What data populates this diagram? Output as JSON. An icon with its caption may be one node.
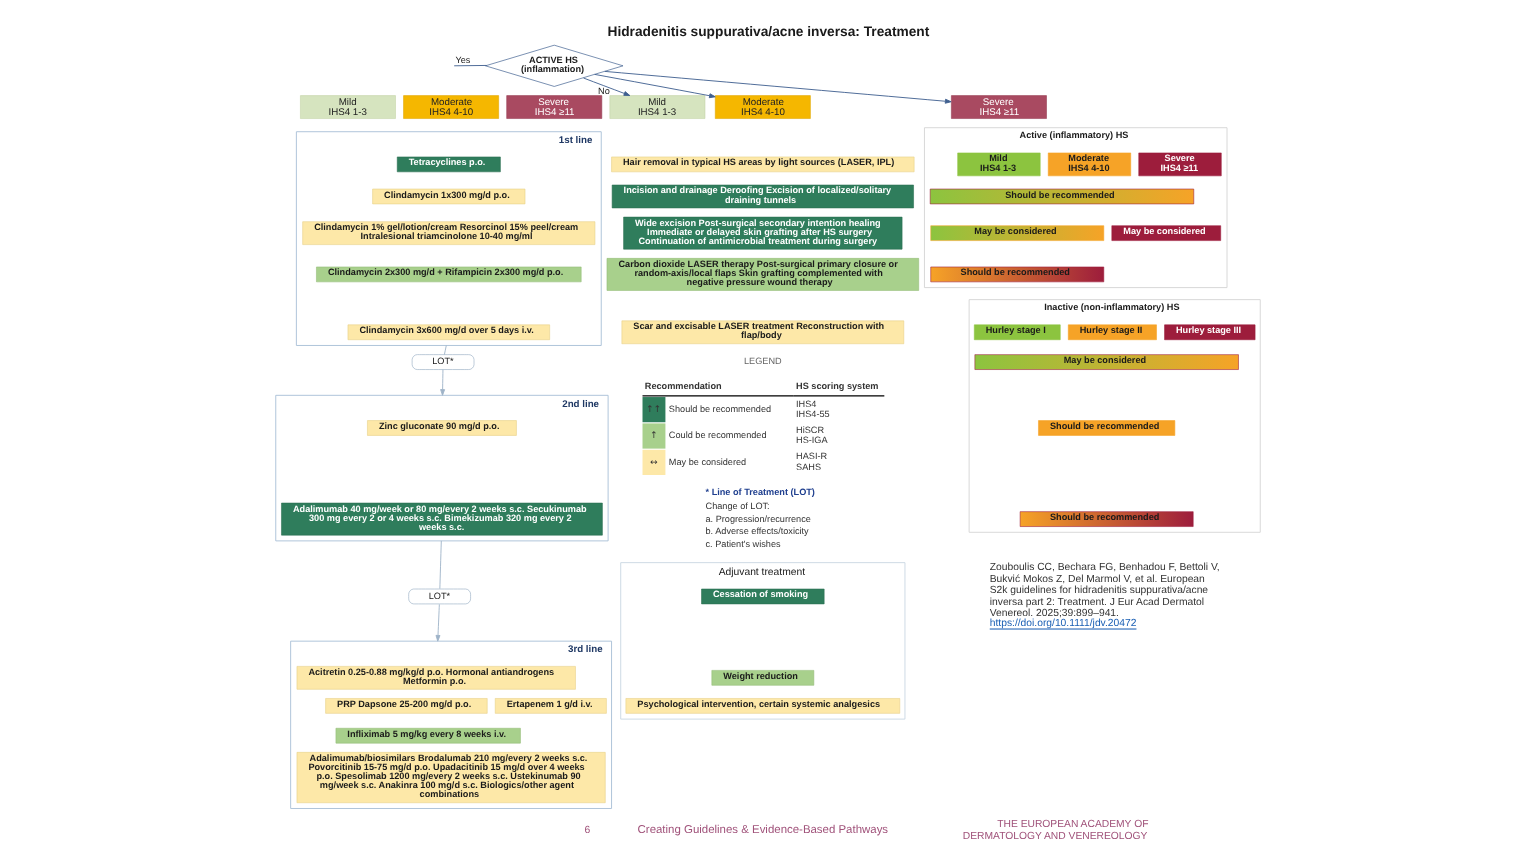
{
  "diagram": {
    "title": "Hidradenitis suppurativa/acne inversa: Treatment",
    "nodes": [
      {
        "text": [
          "ACTIVE HS (inflammation)"
        ]
      },
      {
        "text": [
          "Mild",
          "IHS4 1-3"
        ]
      },
      {
        "text": [
          "Moderate",
          "IHS4 4-10"
        ]
      },
      {
        "text": [
          "Severe",
          "IHS4 ≥11"
        ]
      },
      {
        "text": [
          "1st line"
        ]
      },
      {
        "text": [
          "Tetracyclines p.o."
        ],
        "in": 4
      },
      {
        "text": [
          "Clindamycin 1x300 mg/d p.o."
        ],
        "in": 4
      },
      {
        "text": [
          "Clindamycin 1% gel/lotion/cream Resorcinol 15% peel/cream Intralesional triamcinolone 10-40 mg/ml"
        ],
        "in": 4
      },
      {
        "text": [
          "Clindamycin 2x300 mg/d + Rifampicin 2x300 mg/d p.o."
        ],
        "in": 4
      },
      {
        "text": [
          "Clindamycin 3x600 mg/d over 5 days i.v."
        ],
        "in": 4
      },
      {
        "text": [
          "2nd line"
        ]
      },
      {
        "text": [
          "Zinc gluconate 90 mg/d p.o."
        ],
        "in": 10
      },
      {
        "text": [
          "Adalimumab 40 mg/week or 80 mg/every 2 weeks s.c. Secukinumab 300 mg every 2 or 4 weeks s.c. Bimekizumab 320 mg every 2 weeks s.c."
        ],
        "in": 10
      },
      {
        "text": [
          "3rd line"
        ]
      },
      {
        "text": [
          "Acitretin 0.25-0.88 mg/kg/d p.o. Hormonal antiandrogens Metformin p.o."
        ],
        "in": 13
      },
      {
        "text": [
          "PRP Dapsone 25-200 mg/d p.o."
        ],
        "in": 13
      },
      {
        "text": [
          "Ertapenem 1 g/d i.v."
        ],
        "in": 13
      },
      {
        "text": [
          "Infliximab 5 mg/kg every 8 weeks i.v."
        ],
        "in": 13
      },
      {
        "text": [
          "Adalimumab/biosimilars Brodalumab 210 mg/every 2 weeks s.c. Povorcitinib 15-75 mg/d p.o. Upadacitinib 15 mg/d over 4 weeks p.o. Spesolimab 1200 mg/every 2 weeks s.c. Ustekinumab 90 mg/week s.c. Anakinra 100 mg/d s.c. Biologics/other agent combinations"
        ],
        "in": 13
      },
      {
        "text": [
          "LOT*"
        ]
      },
      {
        "text": [
          "LOT*"
        ]
      },
      {
        "text": [
          "Mild",
          "IHS4 1-3"
        ]
      },
      {
        "text": [
          "Moderate",
          "IHS4 4-10"
        ]
      },
      {
        "text": [
          "Severe",
          "IHS4 ≥11"
        ]
      },
      {
        "text": [
          "Hair removal in typical HS areas by light sources (LASER, IPL)"
        ]
      },
      {
        "text": [
          "Incision and drainage Deroofing Excision of localized/solitary draining tunnels"
        ]
      },
      {
        "text": [
          "Wide excision Post-surgical secondary intention healing Immediate or delayed skin grafting after HS surgery Continuation of antimicrobial treatment during surgery"
        ]
      },
      {
        "text": [
          "Carbon dioxide LASER therapy Post-surgical primary closure or random-axis/local flaps Skin grafting complemented with negative pressure wound therapy"
        ]
      },
      {
        "text": [
          "Scar and excisable LASER treatment Reconstruction with flap/body"
        ]
      },
      {
        "text": [
          "Adjuvant treatment"
        ]
      },
      {
        "text": [
          "Cessation of smoking"
        ],
        "in": 29
      },
      {
        "text": [
          "Weight reduction"
        ],
        "in": 29
      },
      {
        "text": [
          "Psychological intervention, certain systemic analgesics"
        ],
        "in": 29
      },
      {
        "text": [
          "Active (inflammatory) HS"
        ]
      },
      {
        "text": [
          "Mild",
          "IHS4 1-3"
        ],
        "in": 33
      },
      {
        "text": [
          "Moderate",
          "IHS4 4-10"
        ],
        "in": 33
      },
      {
        "text": [
          "Severe",
          "IHS4 ≥11"
        ],
        "in": 33
      },
      {
        "text": [
          "Should be recommended"
        ],
        "in": 33
      },
      {
        "text": [
          "May be considered"
        ],
        "in": 33
      },
      {
        "text": [
          "May be considered"
        ],
        "in": 33
      },
      {
        "text": [
          "Should be recommended"
        ],
        "in": 33
      },
      {
        "text": [
          "Inactive (non-inflammatory) HS"
        ]
      },
      {
        "text": [
          "Hurley stage I"
        ],
        "in": 41
      },
      {
        "text": [
          "Hurley stage II"
        ],
        "in": 41
      },
      {
        "text": [
          "Hurley stage III"
        ],
        "in": 41
      },
      {
        "text": [
          "May be considered"
        ],
        "in": 41
      },
      {
        "text": [
          "Should be recommended"
        ],
        "in": 41
      },
      {
        "text": [
          "Should be recommended"
        ],
        "in": 41
      }
    ],
    "edges": [
      {
        "from": 0,
        "to": null,
        "arrow": "none",
        "label": "Yes",
        "color": "#3f5f8f"
      },
      {
        "from": 0,
        "to": 21,
        "arrow": "to",
        "label": "No",
        "color": "#3f5f8f"
      },
      {
        "from": 0,
        "to": 22,
        "arrow": "to",
        "color": "#3f5f8f"
      },
      {
        "from": 0,
        "to": 23,
        "arrow": "to",
        "color": "#3f5f8f"
      },
      {
        "from": 4,
        "to": 19,
        "arrow": "none",
        "color": "#9fb3c8"
      },
      {
        "from": 19,
        "to": 10,
        "arrow": "to",
        "color": "#9fb3c8"
      },
      {
        "from": 10,
        "to": 20,
        "arrow": "none",
        "color": "#9fb3c8"
      },
      {
        "from": 20,
        "to": 13,
        "arrow": "to",
        "color": "#9fb3c8"
      }
    ],
    "labels": [
      "LEGEND",
      "Recommendation",
      "HS scoring system",
      "↑↑",
      "IHS4 IHS4-55",
      "↑",
      "HiSCR HS-IGA",
      "↔",
      "HASI-R SAHS",
      "* Line of Treatment (LOT)",
      "Change of LOT:",
      "a. Progression/recurrence",
      "b. Adverse effects/toxicity",
      "c. Patient's wishes",
      "Zouboulis CC, Bechara FG, Benhadou F, Bettoli V, Bukvić Mokos Z, Del Marmol V, et al. European S2k guidelines for hidradenitis suppurativa/acne inversa part 2: Treatment. J Eur Acad Dermatol Venereol. 2025;39:899–941.",
      "https://doi.org/10.1111/jdv.20472",
      "6",
      "Creating Guidelines & Evidence-Based Pathways",
      "THE EUROPEAN ACADEMY OF DERMATOLOGY AND VENEREOLOGY"
    ],
    "legend": [
      {
        "text": "Should be recommended",
        "color": "#2f7d5c"
      },
      {
        "text": "Could be recommended",
        "color": "#a8d08c"
      },
      {
        "text": "May be considered",
        "color": "#fde8a8"
      }
    ]
  }
}
